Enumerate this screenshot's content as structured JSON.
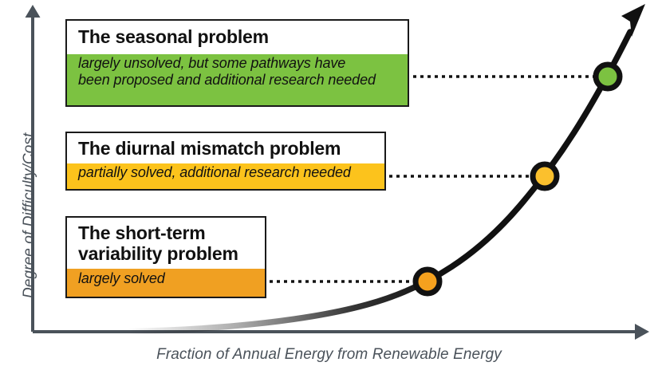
{
  "chart_data": {
    "type": "line",
    "title": "",
    "xlabel": "Fraction of Annual Energy from Renewable Energy",
    "ylabel": "Degree of Difficulty/Cost",
    "grid": false,
    "legend": "none",
    "axis_arrows": true,
    "xlim": [
      0,
      1
    ],
    "ylim": [
      0,
      1
    ],
    "curve_description": "exponentially rising curve from flat near zero to steep rise ending in an arrowhead",
    "series": [
      {
        "name": "Degree of Difficulty/Cost vs Fraction of Annual Energy from Renewable Energy",
        "x": [
          0.16,
          0.3,
          0.45,
          0.58,
          0.64,
          0.76,
          0.83,
          0.93,
          1.0
        ],
        "y": [
          0.01,
          0.02,
          0.05,
          0.16,
          0.22,
          0.47,
          0.62,
          0.83,
          0.97
        ]
      }
    ],
    "points": [
      {
        "name": "short-term-variability-point",
        "x": 0.64,
        "y": 0.16,
        "color": "#f5a11e",
        "label": "The short-term variability problem"
      },
      {
        "name": "diurnal-mismatch-point",
        "x": 0.83,
        "y": 0.51,
        "color": "#fbc02d",
        "label": "The diurnal mismatch problem"
      },
      {
        "name": "seasonal-point",
        "x": 0.935,
        "y": 0.83,
        "color": "#7cc241",
        "label": "The seasonal problem"
      }
    ],
    "annotations": [
      {
        "title": "The seasonal problem",
        "status": "largely unsolved, but some pathways have been proposed and additional research needed",
        "color": "#7cc241"
      },
      {
        "title": "The diurnal mismatch problem",
        "status": "partially solved, additional research needed",
        "color": "#fcc31c"
      },
      {
        "title": "The short-term variability problem",
        "status": "largely solved",
        "color": "#f0a022"
      }
    ]
  },
  "axes": {
    "y_title": "Degree of Difficulty/Cost",
    "x_title": "Fraction of Annual Energy from Renewable Energy",
    "axis_color": "#4a525a"
  },
  "callouts": {
    "seasonal": {
      "title": "The seasonal problem",
      "status_line1": "largely unsolved, but some pathways have",
      "status_line2": "been proposed and additional research needed",
      "band_color": "#7cc241"
    },
    "diurnal": {
      "title": "The diurnal mismatch problem",
      "status": "partially solved, additional research needed",
      "band_color": "#fcc31c"
    },
    "shortterm": {
      "title_line1": "The short-term",
      "title_line2": "variability problem",
      "status": "largely solved",
      "band_color": "#f0a022"
    }
  },
  "colors": {
    "curve": "#111111",
    "axis": "#4a525a",
    "marker_ring": "#111111",
    "green": "#7cc241",
    "yellow": "#fcc31c",
    "orange": "#f0a022",
    "marker_orange": "#f5a11e",
    "marker_yellow": "#fbc02d",
    "marker_green": "#7cc241"
  }
}
